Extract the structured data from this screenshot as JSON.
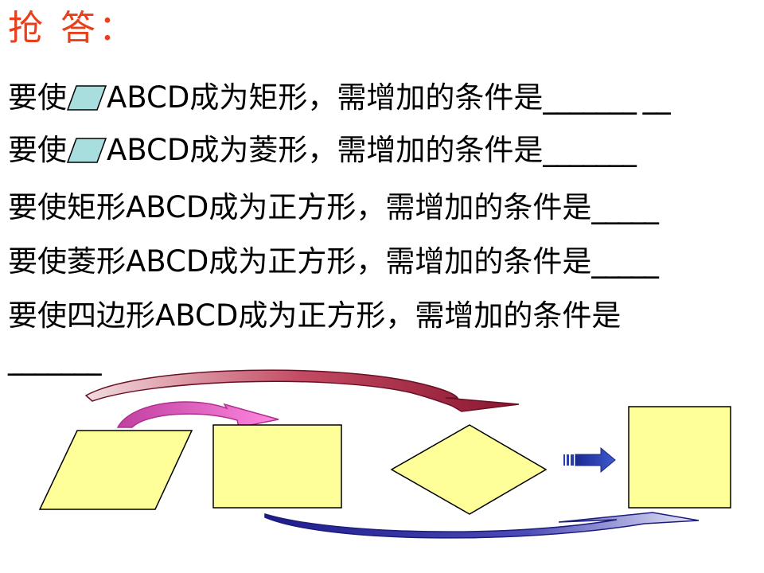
{
  "title": "抢 答：",
  "lines": [
    {
      "prefix": "要使",
      "parallelogram_symbol": true,
      "text": "ABCD成为矩形，需增加的条件是",
      "blank": "_______ __"
    },
    {
      "prefix": "要使",
      "parallelogram_symbol": true,
      "text": "ABCD成为菱形，需增加的条件是",
      "blank": "_______"
    },
    {
      "prefix": "",
      "parallelogram_symbol": false,
      "text": "要使矩形ABCD成为正方形，需增加的条件是",
      "blank": "_____"
    },
    {
      "prefix": "",
      "parallelogram_symbol": false,
      "text": "要使菱形ABCD成为正方形，需增加的条件是",
      "blank": "_____"
    },
    {
      "prefix": "",
      "parallelogram_symbol": false,
      "text": "要使四边形ABCD成为正方形，需增加的条件是",
      "blank": ""
    }
  ],
  "last_blank": "_______",
  "colors": {
    "title": "#e8401c",
    "shape_fill": "#ffff99",
    "symbol_fill": "#a8dede",
    "arrow_top": "#a0243e",
    "arrow_pink": "#e060c0",
    "arrow_bottom": "#2a2a9a",
    "arrow_small": "#2b3fa8"
  }
}
